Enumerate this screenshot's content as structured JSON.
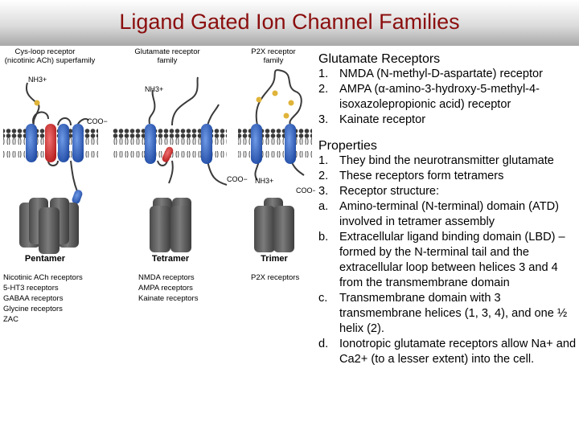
{
  "slide": {
    "title": "Ligand Gated Ion Channel Families"
  },
  "figure": {
    "families": [
      {
        "label_l1": "Cys-loop receptor",
        "label_l2": "(nicotinic ACh) superfamily",
        "assembly": "Pentamer",
        "receptors": [
          "Nicotinic ACh receptors",
          "5-HT3 receptors",
          "GABAA receptors",
          "Glycine receptors",
          "ZAC"
        ]
      },
      {
        "label_l1": "Glutamate receptor",
        "label_l2": "family",
        "assembly": "Tetramer",
        "receptors": [
          "NMDA receptors",
          "AMPA receptors",
          "Kainate receptors"
        ]
      },
      {
        "label_l1": "P2X receptor",
        "label_l2": "family",
        "assembly": "Trimer",
        "receptors": [
          "P2X receptors"
        ]
      }
    ],
    "termini": {
      "n1": "NH3+",
      "c1": "COO−",
      "n2": "NH3+",
      "c2": "COO−",
      "n3": "NH3+",
      "c3": "COO−"
    },
    "colors": {
      "helix_blue": "#2c5fbf",
      "helix_red": "#d42a2a",
      "loop": "#3a3a3a",
      "cylinder": "#5e5e5e",
      "site": "#e0b43a"
    }
  },
  "glutamate": {
    "heading": "Glutamate Receptors",
    "items": [
      {
        "num": "1.",
        "text": "NMDA (N-methyl-D-aspartate) receptor"
      },
      {
        "num": "2.",
        "text": "AMPA (α-amino-3-hydroxy-5-methyl-4-isoxazolepropionic acid) receptor"
      },
      {
        "num": "3.",
        "text": "Kainate receptor"
      }
    ]
  },
  "properties": {
    "heading": "Properties",
    "items": [
      {
        "num": "1.",
        "text": "They bind the neurotransmitter glutamate"
      },
      {
        "num": "2.",
        "text": "These receptors form tetramers"
      },
      {
        "num": "3.",
        "text": "Receptor structure:"
      },
      {
        "num": "a.",
        "text": "Amino-terminal (N-terminal) domain (ATD) involved in tetramer assembly"
      },
      {
        "num": "b.",
        "text": "Extracellular ligand binding domain (LBD) – formed by the N-terminal tail and the extracellular loop between helices 3 and 4 from the transmembrane domain"
      },
      {
        "num": "c.",
        "text": "Transmembrane domain with 3 transmembrane helices (1, 3, 4), and one ½ helix (2)."
      },
      {
        "num": "d.",
        "text": "Ionotropic glutamate receptors allow Na+ and Ca2+ (to a lesser extent) into the cell."
      }
    ]
  }
}
